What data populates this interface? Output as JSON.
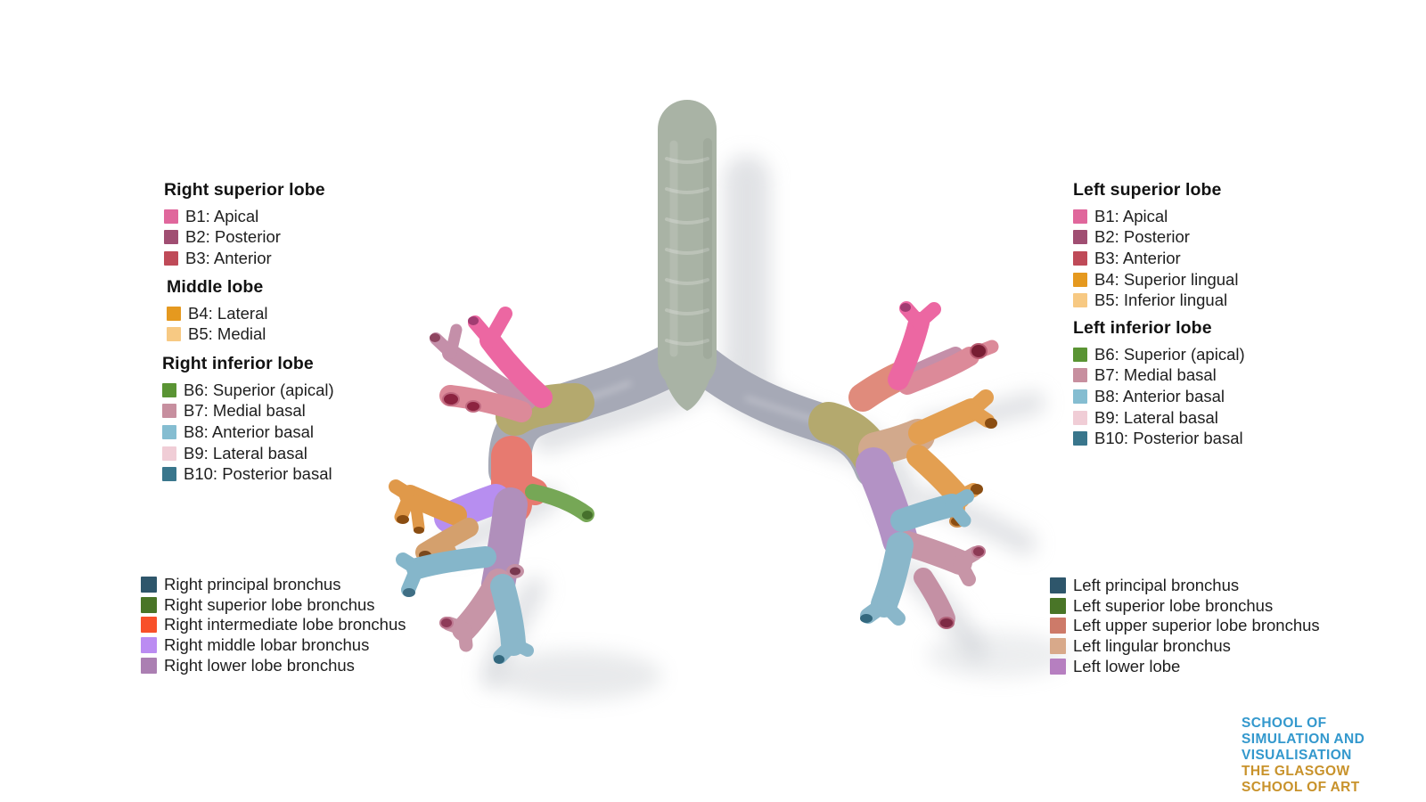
{
  "legends": {
    "right_superior_lobe": {
      "title": "Right superior lobe",
      "items": [
        {
          "label": "B1: Apical",
          "color": "#e0679c"
        },
        {
          "label": "B2: Posterior",
          "color": "#a04e72"
        },
        {
          "label": "B3: Anterior",
          "color": "#bf4a58"
        }
      ]
    },
    "middle_lobe": {
      "title": "Middle lobe",
      "items": [
        {
          "label": "B4: Lateral",
          "color": "#e5991f"
        },
        {
          "label": "B5: Medial",
          "color": "#f7c983"
        }
      ]
    },
    "right_inferior_lobe": {
      "title": "Right inferior lobe",
      "items": [
        {
          "label": "B6: Superior (apical)",
          "color": "#5a9434"
        },
        {
          "label": "B7: Medial basal",
          "color": "#c78f9f"
        },
        {
          "label": "B8: Anterior basal",
          "color": "#85bdd1"
        },
        {
          "label": "B9: Lateral basal",
          "color": "#f0cdd6"
        },
        {
          "label": "B10: Posterior basal",
          "color": "#39768c"
        }
      ]
    },
    "left_superior_lobe": {
      "title": "Left superior lobe",
      "items": [
        {
          "label": "B1: Apical",
          "color": "#e0679c"
        },
        {
          "label": "B2: Posterior",
          "color": "#a04e72"
        },
        {
          "label": "B3: Anterior",
          "color": "#bf4a58"
        },
        {
          "label": "B4: Superior lingual",
          "color": "#e5991f"
        },
        {
          "label": "B5: Inferior lingual",
          "color": "#f7c983"
        }
      ]
    },
    "left_inferior_lobe": {
      "title": "Left inferior lobe",
      "items": [
        {
          "label": "B6: Superior (apical)",
          "color": "#5a9434"
        },
        {
          "label": "B7: Medial basal",
          "color": "#c78f9f"
        },
        {
          "label": "B8: Anterior basal",
          "color": "#85bdd1"
        },
        {
          "label": "B9: Lateral basal",
          "color": "#f0cdd6"
        },
        {
          "label": "B10: Posterior basal",
          "color": "#39768c"
        }
      ]
    },
    "right_bronchi": {
      "items": [
        {
          "label": "Right principal bronchus",
          "color": "#2e566b"
        },
        {
          "label": "Right superior lobe bronchus",
          "color": "#497527"
        },
        {
          "label": "Right intermediate lobe bronchus",
          "color": "#f8502a"
        },
        {
          "label": "Right middle lobar bronchus",
          "color": "#bb8cf2"
        },
        {
          "label": "Right lower lobe bronchus",
          "color": "#ab7fb2"
        }
      ]
    },
    "left_bronchi": {
      "items": [
        {
          "label": "Left principal bronchus",
          "color": "#2e566b"
        },
        {
          "label": "Left superior lobe bronchus",
          "color": "#497527"
        },
        {
          "label": "Left upper superior lobe bronchus",
          "color": "#cd7a69"
        },
        {
          "label": "Left lingular bronchus",
          "color": "#d8a98a"
        },
        {
          "label": "Left lower lobe",
          "color": "#b67fc0"
        }
      ]
    }
  },
  "illustration": {
    "colors": {
      "trachea": "#a9b3a5",
      "principal_bronchus": "#a6a9b6",
      "superior_lobe_patch": "#b4a96e",
      "b1_apical": "#ec67a2",
      "b2_posterior": "#c48fa9",
      "b3_anterior": "#dc8a99",
      "intermediate_bronchus": "#e77a70",
      "b6_superior": "#76a756",
      "middle_lobar": "#b78ef0",
      "b4_lateral": "#e0994a",
      "b5_medial": "#d4a06d",
      "lower_lobe_right": "#b08fbb",
      "b7_medial_basal": "#c490a4",
      "b8_anterior_basal": "#85b6ca",
      "b9_lateral_basal": "#c795a7",
      "b10_posterior_basal": "#8ab7ca",
      "upper_superior_left": "#e08b7c",
      "lingular": "#d2a98c",
      "lingual_orange": "#e39f51",
      "lower_lobe_left": "#b392c5"
    }
  },
  "logo": {
    "blue_lines": [
      "SCHOOL OF",
      "SIMULATION AND",
      "VISUALISATION"
    ],
    "gold_lines": [
      "THE GLASGOW",
      "SCHOOL OF ART"
    ],
    "blue": "#3398cd",
    "gold": "#c8922b"
  }
}
